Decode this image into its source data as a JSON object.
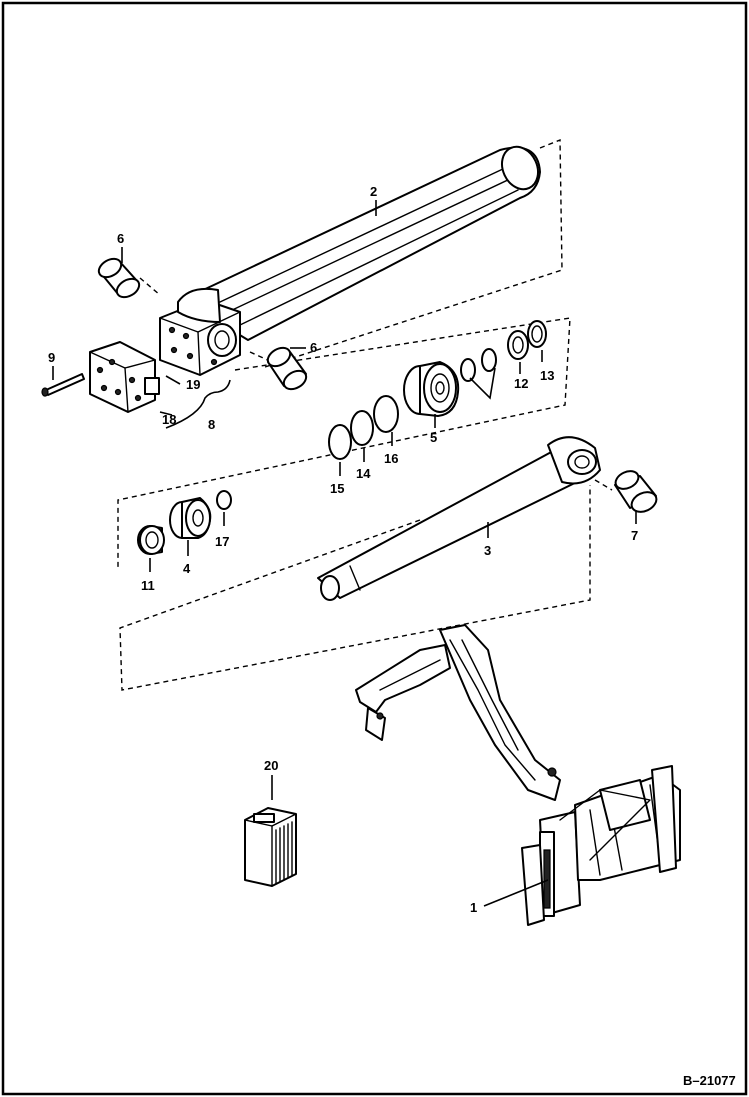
{
  "diagram": {
    "figure_number": "B–21077",
    "callouts": {
      "c1": "1",
      "c2": "2",
      "c3": "3",
      "c4": "4",
      "c5": "5",
      "c6a": "6",
      "c6b": "6",
      "c7": "7",
      "c8": "8",
      "c9": "9",
      "c11": "11",
      "c12": "12",
      "c13": "13",
      "c14": "14",
      "c15": "15",
      "c16": "16",
      "c17": "17",
      "c18": "18",
      "c19": "19",
      "c20": "20"
    }
  }
}
